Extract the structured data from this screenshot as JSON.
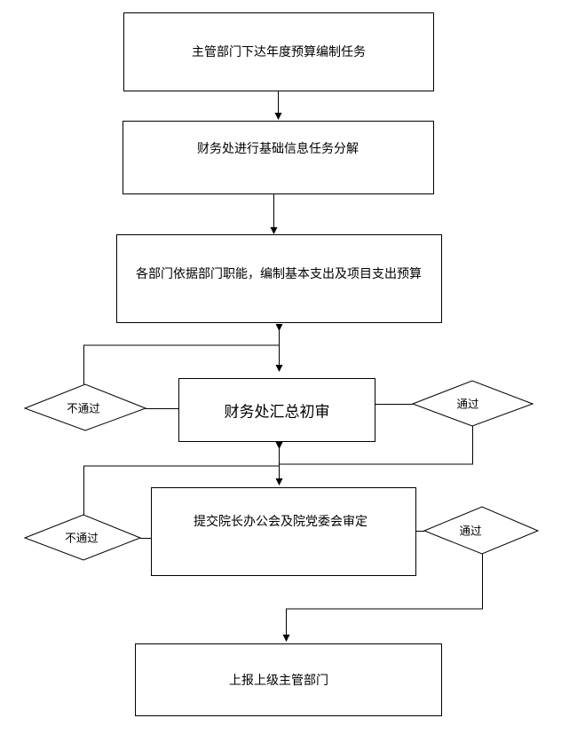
{
  "steps": {
    "step1": "主管部门下达年度预算编制任务",
    "step2": "财务处进行基础信息任务分解",
    "step3": "各部门依据部门职能，编制基本支出及项目支出预算",
    "step4": "财务处汇总初审",
    "step5": "提交院长办公会及院党委会审定",
    "step6": "上报上级主管部门"
  },
  "decisions": {
    "review1_fail": "不通过",
    "review1_pass": "通过",
    "review2_fail": "不通过",
    "review2_pass": "通过"
  }
}
